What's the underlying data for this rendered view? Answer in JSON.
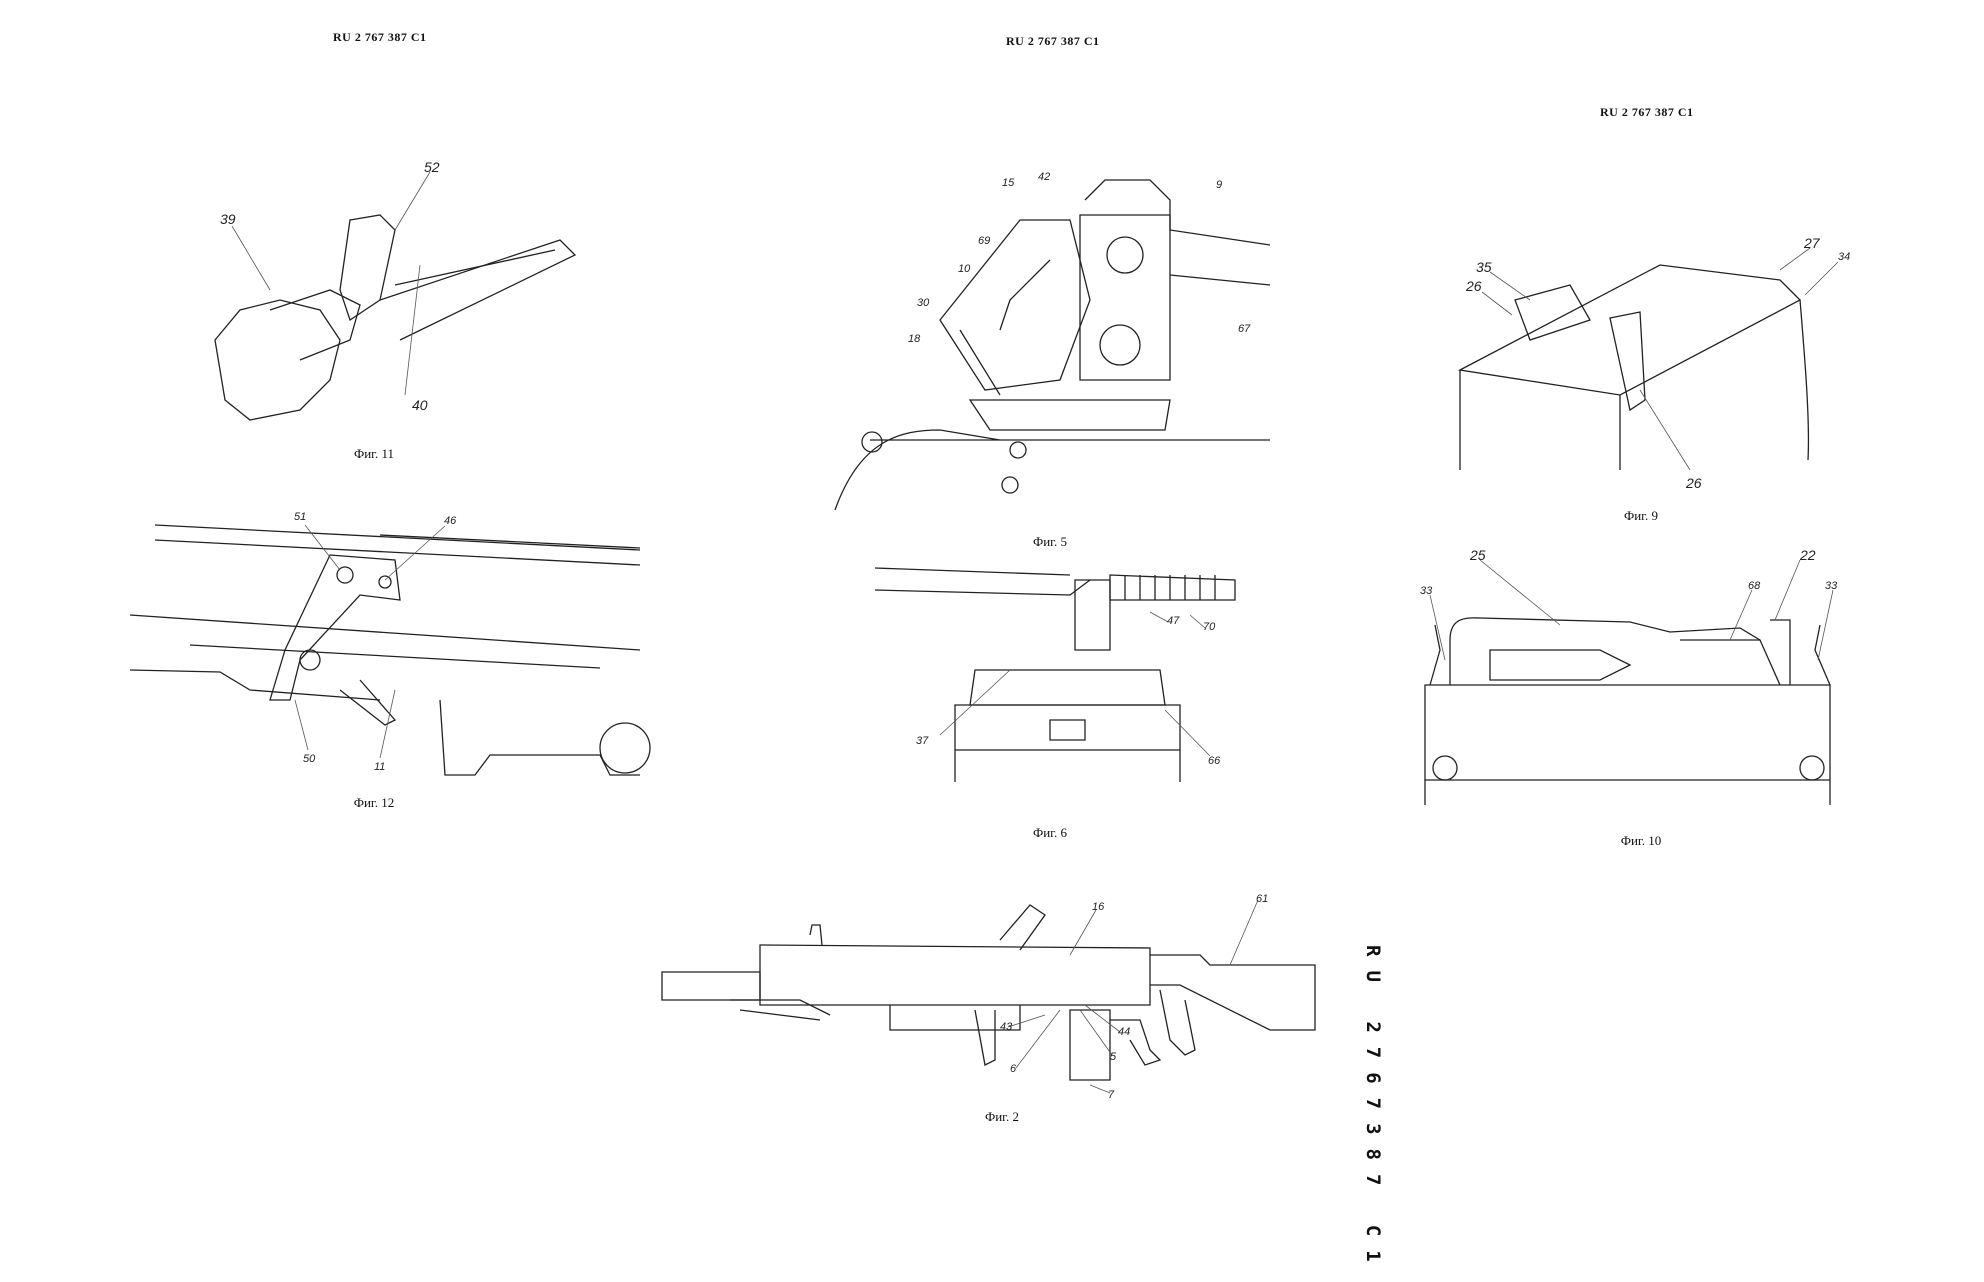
{
  "headers": [
    "RU 2 767 387 C1",
    "RU 2 767 387 C1",
    "RU 2 767 387 C1"
  ],
  "vertical_id": "RU 2767387 C1",
  "figures": {
    "fig11": {
      "caption": "Фиг. 11",
      "labels": [
        "52",
        "39",
        "40"
      ]
    },
    "fig12": {
      "caption": "Фиг. 12",
      "labels": [
        "51",
        "46",
        "50",
        "11"
      ]
    },
    "fig5": {
      "caption": "Фиг. 5",
      "labels": [
        "15",
        "42",
        "9",
        "69",
        "10",
        "30",
        "18",
        "67"
      ]
    },
    "fig6": {
      "caption": "Фиг. 6",
      "labels": [
        "47",
        "70",
        "37",
        "66"
      ]
    },
    "fig9": {
      "caption": "Фиг. 9",
      "labels": [
        "35",
        "26",
        "27",
        "34",
        "26"
      ]
    },
    "fig10": {
      "caption": "Фиг. 10",
      "labels": [
        "25",
        "22",
        "33",
        "68",
        "33"
      ]
    },
    "fig2": {
      "caption": "Фиг. 2",
      "labels": [
        "61",
        "16",
        "43",
        "44",
        "6",
        "5",
        "7"
      ]
    }
  }
}
